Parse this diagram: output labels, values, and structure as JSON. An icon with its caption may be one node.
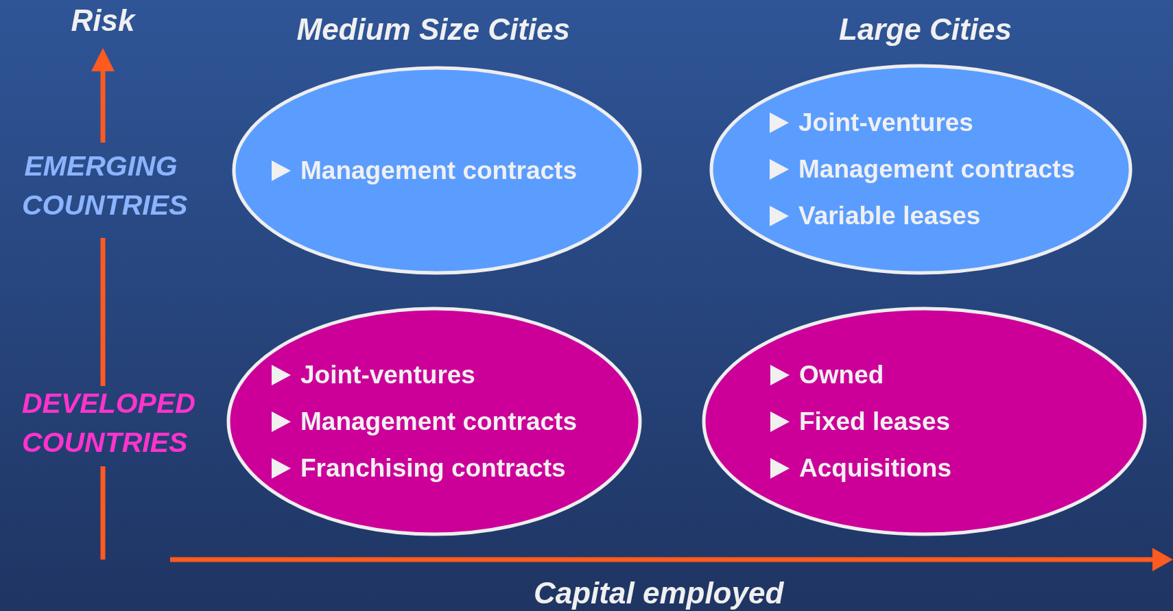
{
  "diagram": {
    "nodes": [
      {
        "text": [
          "Management contracts"
        ]
      },
      {
        "text": [
          "Joint-ventures",
          "Management contracts",
          "Variable leases"
        ]
      },
      {
        "text": [
          "Joint-ventures",
          "Management contracts",
          "Franchising contracts"
        ]
      },
      {
        "text": [
          "Owned",
          "Fixed leases",
          "Acquisitions"
        ]
      }
    ],
    "labels": [
      "Risk",
      "Medium Size Cities",
      "Large Cities",
      "EMERGING COUNTRIES",
      "DEVELOPED COUNTRIES",
      "Capital employed"
    ]
  }
}
